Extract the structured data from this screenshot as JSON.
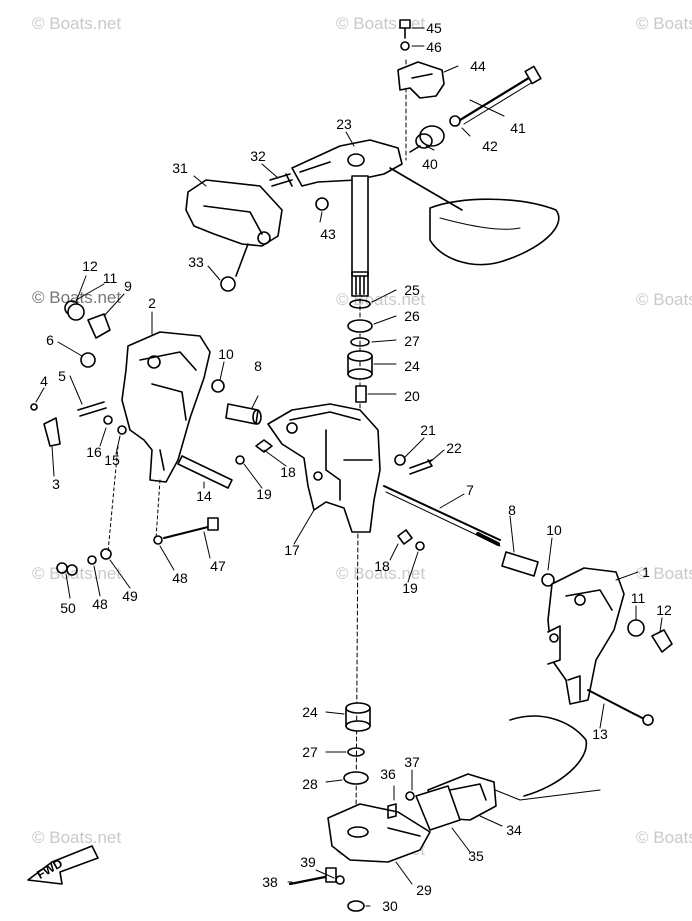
{
  "watermark": {
    "text": "© Boats.net"
  },
  "direction_label": "FWD",
  "parts": [
    {
      "id": "p1",
      "label": "1"
    },
    {
      "id": "p2",
      "label": "2"
    },
    {
      "id": "p3",
      "label": "3"
    },
    {
      "id": "p4",
      "label": "4"
    },
    {
      "id": "p5",
      "label": "5"
    },
    {
      "id": "p6",
      "label": "6"
    },
    {
      "id": "p7",
      "label": "7"
    },
    {
      "id": "p8a",
      "label": "8"
    },
    {
      "id": "p8b",
      "label": "8"
    },
    {
      "id": "p9",
      "label": "9"
    },
    {
      "id": "p10a",
      "label": "10"
    },
    {
      "id": "p10b",
      "label": "10"
    },
    {
      "id": "p11a",
      "label": "11"
    },
    {
      "id": "p11b",
      "label": "11"
    },
    {
      "id": "p12a",
      "label": "12"
    },
    {
      "id": "p12b",
      "label": "12"
    },
    {
      "id": "p13",
      "label": "13"
    },
    {
      "id": "p14",
      "label": "14"
    },
    {
      "id": "p15",
      "label": "15"
    },
    {
      "id": "p16",
      "label": "16"
    },
    {
      "id": "p17",
      "label": "17"
    },
    {
      "id": "p18a",
      "label": "18"
    },
    {
      "id": "p18b",
      "label": "18"
    },
    {
      "id": "p19a",
      "label": "19"
    },
    {
      "id": "p19b",
      "label": "19"
    },
    {
      "id": "p20",
      "label": "20"
    },
    {
      "id": "p21",
      "label": "21"
    },
    {
      "id": "p22",
      "label": "22"
    },
    {
      "id": "p23",
      "label": "23"
    },
    {
      "id": "p24a",
      "label": "24"
    },
    {
      "id": "p24b",
      "label": "24"
    },
    {
      "id": "p25",
      "label": "25"
    },
    {
      "id": "p26",
      "label": "26"
    },
    {
      "id": "p27a",
      "label": "27"
    },
    {
      "id": "p27b",
      "label": "27"
    },
    {
      "id": "p28",
      "label": "28"
    },
    {
      "id": "p29",
      "label": "29"
    },
    {
      "id": "p30",
      "label": "30"
    },
    {
      "id": "p31",
      "label": "31"
    },
    {
      "id": "p32",
      "label": "32"
    },
    {
      "id": "p33",
      "label": "33"
    },
    {
      "id": "p34",
      "label": "34"
    },
    {
      "id": "p35",
      "label": "35"
    },
    {
      "id": "p36",
      "label": "36"
    },
    {
      "id": "p37",
      "label": "37"
    },
    {
      "id": "p38",
      "label": "38"
    },
    {
      "id": "p39",
      "label": "39"
    },
    {
      "id": "p40",
      "label": "40"
    },
    {
      "id": "p41",
      "label": "41"
    },
    {
      "id": "p42",
      "label": "42"
    },
    {
      "id": "p43",
      "label": "43"
    },
    {
      "id": "p44",
      "label": "44"
    },
    {
      "id": "p45",
      "label": "45"
    },
    {
      "id": "p46",
      "label": "46"
    },
    {
      "id": "p47",
      "label": "47"
    },
    {
      "id": "p48a",
      "label": "48"
    },
    {
      "id": "p48b",
      "label": "48"
    },
    {
      "id": "p49",
      "label": "49"
    },
    {
      "id": "p50",
      "label": "50"
    }
  ]
}
